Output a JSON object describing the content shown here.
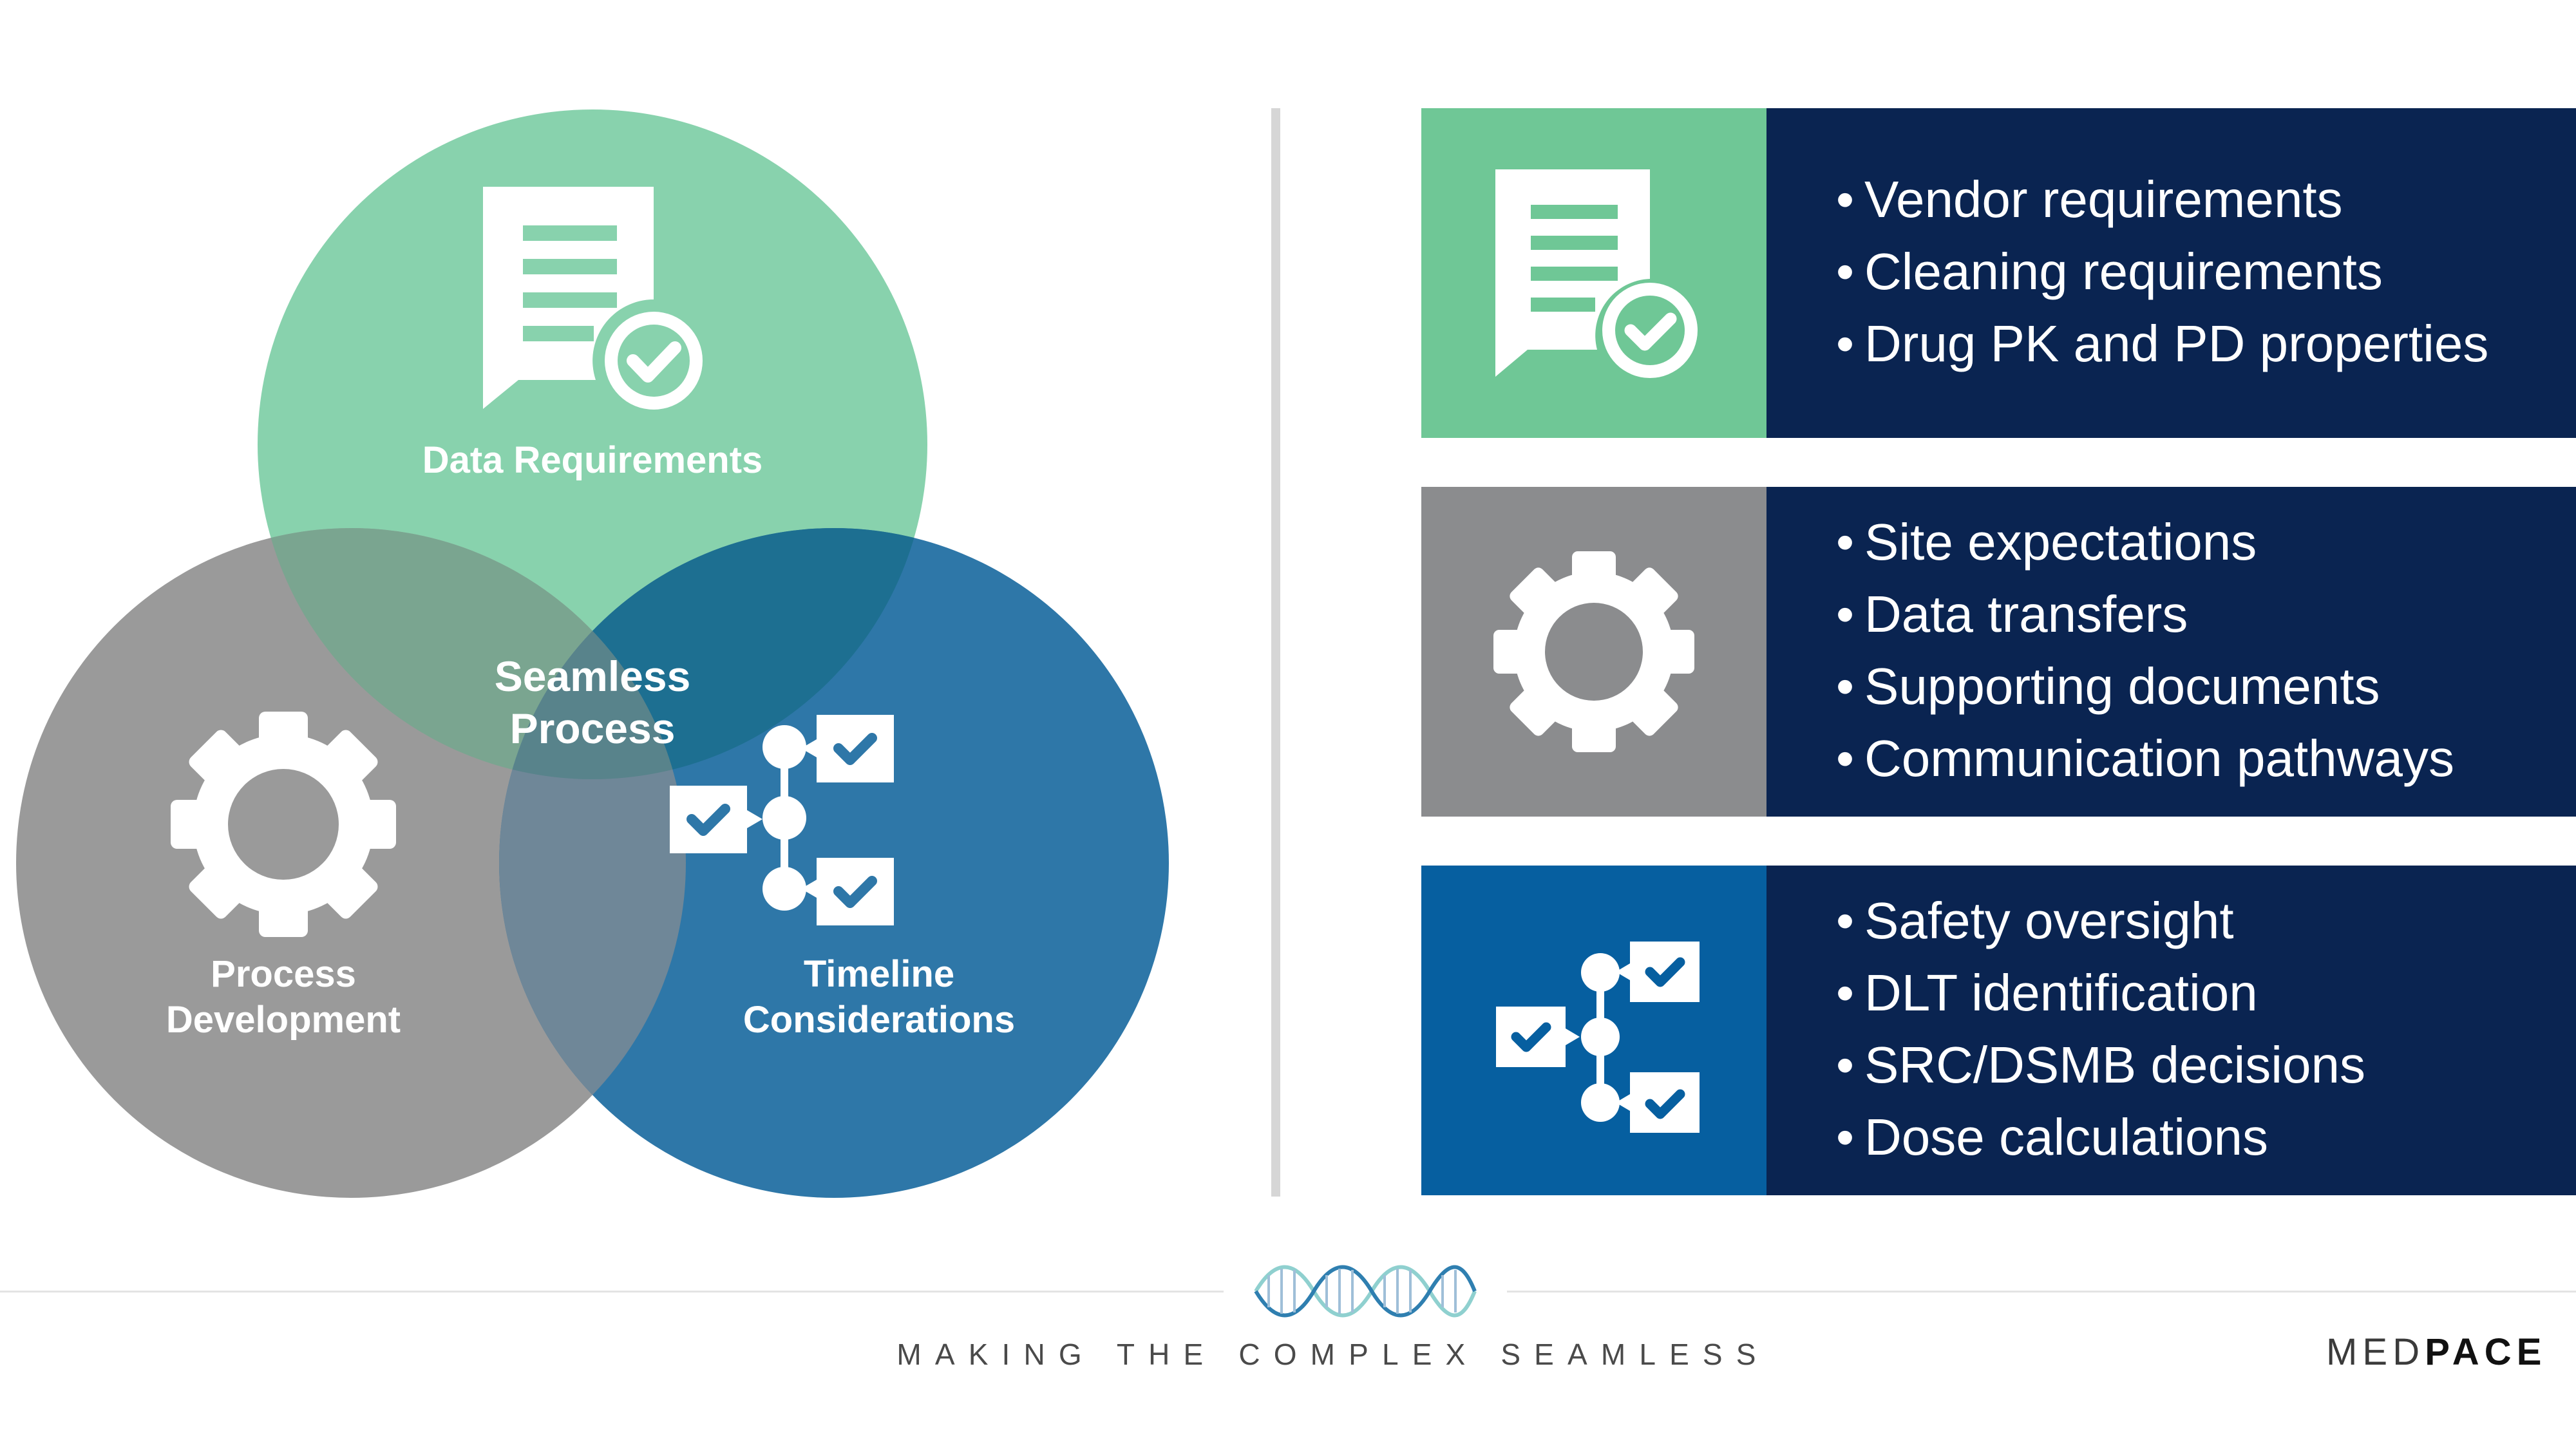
{
  "colors": {
    "green": "#88d2ad",
    "gray": "#9a9a9a",
    "blue": "#2e77a8",
    "navy": "#0a2451",
    "panel_green": "#6fc796",
    "panel_gray": "#8b8c8e",
    "panel_blue": "#065fa0"
  },
  "venn": {
    "top": {
      "label": "Data Requirements",
      "icon": "document-check-icon"
    },
    "left": {
      "label_line1": "Process",
      "label_line2": "Development",
      "icon": "gear-icon"
    },
    "right": {
      "label_line1": "Timeline",
      "label_line2": "Considerations",
      "icon": "timeline-checklist-icon"
    },
    "center": {
      "label_line1": "Seamless",
      "label_line2": "Process"
    }
  },
  "panels": [
    {
      "icon": "document-check-icon",
      "bullet": "•",
      "items": [
        "Vendor requirements",
        "Cleaning requirements",
        "Drug PK and PD properties"
      ]
    },
    {
      "icon": "gear-icon",
      "bullet": "•",
      "items": [
        "Site expectations",
        "Data transfers",
        "Supporting documents",
        "Communication pathways"
      ]
    },
    {
      "icon": "timeline-checklist-icon",
      "bullet": "•",
      "items": [
        "Safety oversight",
        "DLT identification",
        "SRC/DSMB decisions",
        "Dose calculations"
      ]
    }
  ],
  "footer": {
    "tagline": "MAKING THE COMPLEX SEAMLESS",
    "logo_part1": "MED",
    "logo_part2": "PACE"
  }
}
